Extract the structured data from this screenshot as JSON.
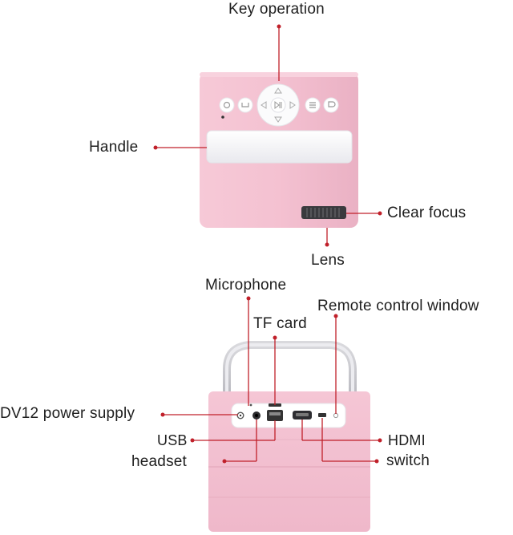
{
  "labels": {
    "key_operation": "Key operation",
    "handle": "Handle",
    "clear_focus": "Clear focus",
    "lens": "Lens",
    "microphone": "Microphone",
    "tf_card": "TF card",
    "remote_control_window": "Remote control window",
    "dv12_power_supply": "DV12 power supply",
    "usb": "USB",
    "headset": "headset",
    "hdmi": "HDMI",
    "switch": "switch"
  },
  "colors": {
    "body_pink": "#f3c3d2",
    "body_pink_dark": "#e8adc0",
    "leader_line": "#c0202a",
    "text": "#1e1e1e",
    "handle_white": "#fafafa",
    "panel_white": "#ffffff"
  },
  "icons": {
    "keypad": [
      "power-icon",
      "mode-icon",
      "up-arrow-icon",
      "left-arrow-icon",
      "play-pause-icon",
      "right-arrow-icon",
      "down-arrow-icon",
      "menu-icon",
      "back-icon"
    ]
  }
}
